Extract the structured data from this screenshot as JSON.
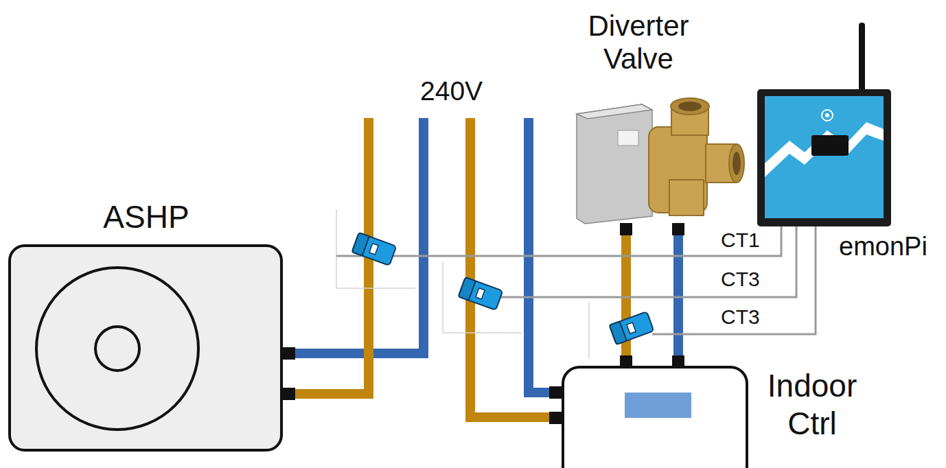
{
  "diagram": {
    "nodes": [
      {
        "text": [
          "ASHP"
        ]
      },
      {
        "text": [
          "Diverter Valve"
        ]
      },
      {
        "text": [
          "emonPi"
        ]
      },
      {
        "text": [
          "Indoor Ctrl"
        ]
      }
    ],
    "edges": [
      {
        "from": 1,
        "to": 3,
        "arrow": "none"
      },
      {
        "from": 1,
        "to": 3,
        "arrow": "none"
      }
    ],
    "labels": [
      "240V",
      "CT1",
      "CT3",
      "CT3"
    ]
  }
}
